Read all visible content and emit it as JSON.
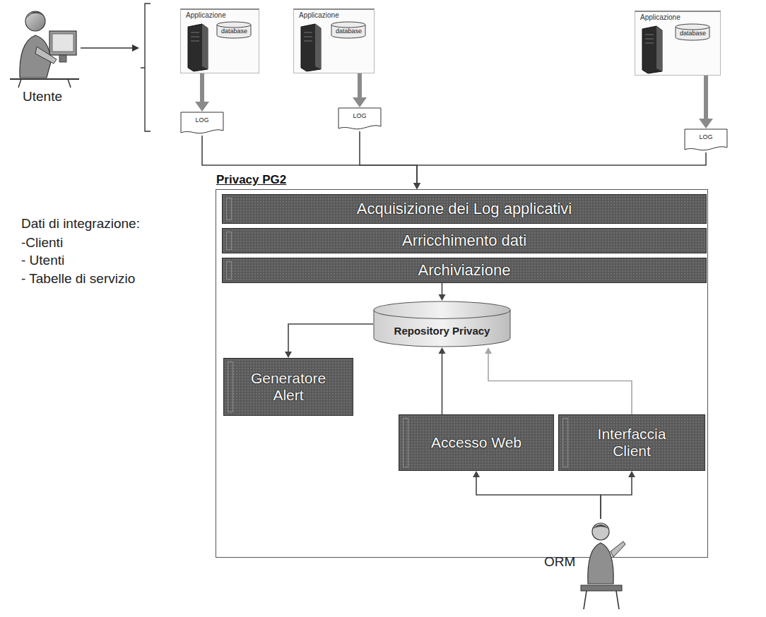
{
  "diagram": {
    "nodes": [
      {
        "text": [
          "Applicazione"
        ]
      },
      {
        "text": [
          "database"
        ],
        "in": 0
      },
      {
        "text": [
          "LOG"
        ]
      },
      {
        "text": [
          "Applicazione"
        ]
      },
      {
        "text": [
          "database"
        ],
        "in": 3
      },
      {
        "text": [
          "LOG"
        ]
      },
      {
        "text": [
          "Applicazione"
        ]
      },
      {
        "text": [
          "database"
        ],
        "in": 6
      },
      {
        "text": [
          "LOG"
        ]
      },
      {
        "text": [
          "Privacy PG2"
        ]
      },
      {
        "text": [
          "Acquisizione dei Log applicativi"
        ],
        "in": 9
      },
      {
        "text": [
          "Arricchimento dati"
        ],
        "in": 9
      },
      {
        "text": [
          "Archiviazione"
        ],
        "in": 9
      },
      {
        "text": [
          "Repository Privacy"
        ],
        "in": 9
      },
      {
        "text": [
          "Generatore Alert"
        ],
        "in": 9
      },
      {
        "text": [
          "Accesso Web"
        ],
        "in": 9
      },
      {
        "text": [
          "Interfaccia Client"
        ],
        "in": 9
      },
      {
        "text": [
          "ORM"
        ]
      }
    ],
    "edges": [
      {
        "from": 0,
        "to": 2,
        "arrow": "to"
      },
      {
        "from": 3,
        "to": 5,
        "arrow": "to"
      },
      {
        "from": 6,
        "to": 8,
        "arrow": "to"
      },
      {
        "from": 2,
        "to": 9,
        "arrow": "to"
      },
      {
        "from": 5,
        "to": 9,
        "arrow": "to"
      },
      {
        "from": 8,
        "to": 9,
        "arrow": "to"
      },
      {
        "from": 12,
        "to": 13,
        "arrow": "to"
      },
      {
        "from": 13,
        "to": 14,
        "arrow": "to"
      },
      {
        "from": 15,
        "to": 13,
        "arrow": "to"
      },
      {
        "from": 16,
        "to": 13,
        "arrow": "to"
      },
      {
        "from": 17,
        "to": 15,
        "arrow": "to"
      },
      {
        "from": 17,
        "to": 16,
        "arrow": "to"
      }
    ],
    "labels": [
      "Utente",
      "Dati di integrazione:",
      "-Clienti",
      "- Utenti",
      "- Tabelle di servizio"
    ]
  }
}
